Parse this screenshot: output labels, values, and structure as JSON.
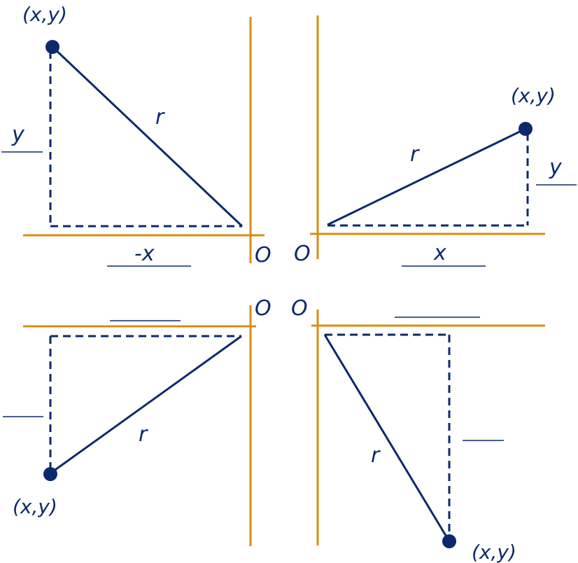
{
  "colors": {
    "axis": "#d98c10",
    "ink": "#0c2a6b",
    "background": "#ffffff"
  },
  "quadrants": {
    "q2": {
      "point_label": "(x,y)",
      "r_label": "r",
      "vertical_label": "y",
      "horizontal_label": "-x",
      "origin_label": "O"
    },
    "q1": {
      "point_label": "(x,y)",
      "r_label": "r",
      "vertical_label": "y",
      "horizontal_label": "x",
      "origin_label": "O"
    },
    "q3": {
      "point_label": "(x,y)",
      "r_label": "r",
      "vertical_label": "",
      "horizontal_label": "",
      "origin_label": "O"
    },
    "q4": {
      "point_label": "(x,y)",
      "r_label": "r",
      "vertical_label": "",
      "horizontal_label": "",
      "origin_label": "O"
    }
  }
}
